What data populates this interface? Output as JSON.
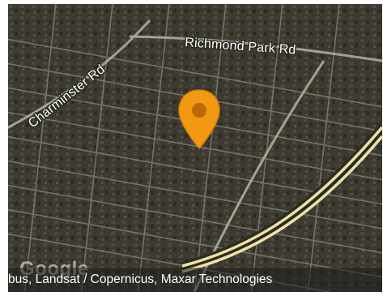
{
  "map": {
    "roads": {
      "richmond_park": "Richmond Park Rd",
      "charminster": "Charminster Rd"
    },
    "logo": "Google",
    "attribution": "bus, Landsat / Copernicus, Maxar Technologies",
    "marker": {
      "icon": "location-pin-icon",
      "color": "#f29812",
      "dot_color": "#b86a0a"
    },
    "colors": {
      "terrain": "#3c3a31",
      "streets": "#8a8778",
      "highway": "#efe2a8"
    }
  }
}
